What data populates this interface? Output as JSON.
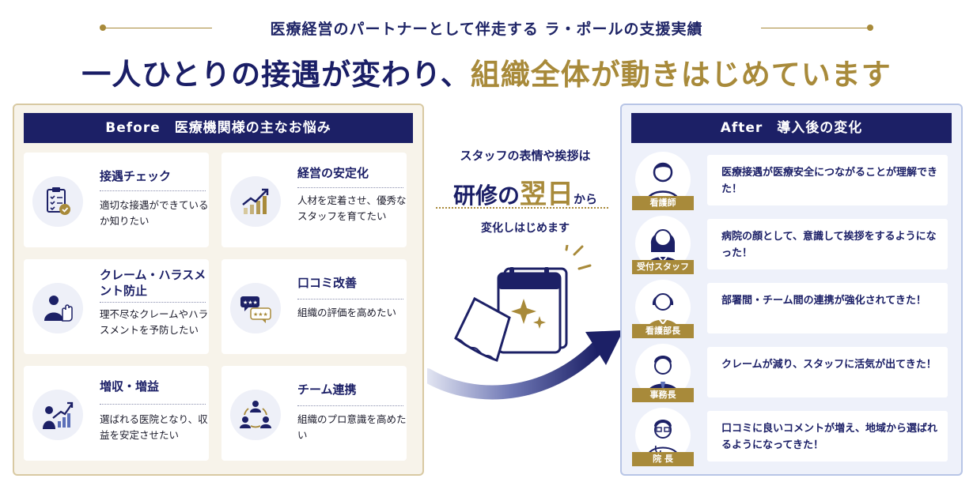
{
  "tagline": "医療経営のパートナーとして伴走する ラ・ポールの支援実績",
  "headline": {
    "part1": "一人ひとりの接遇が変わり、",
    "part2": "組織全体が動きはじめています"
  },
  "colors": {
    "navy": "#1c2066",
    "gold": "#a88a3a",
    "before_bg": "#f7f3ea",
    "after_bg": "#eef1fa"
  },
  "before": {
    "header": "Before　医療機関様の主なお悩み",
    "cards": [
      {
        "title": "接遇チェック",
        "desc": "適切な接遇ができているか知りたい",
        "icon": "clipboard-check-icon"
      },
      {
        "title": "経営の安定化",
        "desc": "人材を定着させ、優秀なスタッフを育てたい",
        "icon": "growth-chart-icon"
      },
      {
        "title": "クレーム・ハラスメント防止",
        "desc": "理不尽なクレームやハラスメントを予防したい",
        "icon": "stop-hand-person-icon"
      },
      {
        "title": "口コミ改善",
        "desc": "組織の評価を高めたい",
        "icon": "review-stars-icon"
      },
      {
        "title": "増収・増益",
        "desc": "選ばれる医院となり、収益を安定させたい",
        "icon": "presenter-chart-icon"
      },
      {
        "title": "チーム連携",
        "desc": "組織のプロ意識を高めたい",
        "icon": "team-cycle-icon"
      }
    ]
  },
  "center": {
    "line1": "スタッフの表情や挨拶は",
    "line2_a": "研修の",
    "line2_b": "翌日",
    "line2_c": "から",
    "line3": "変化しはじめます"
  },
  "after": {
    "header": "After　導入後の変化",
    "rows": [
      {
        "role": "看護師",
        "text": "医療接遇が医療安全につながることが理解できた！"
      },
      {
        "role": "受付スタッフ",
        "text": "病院の顔として、意識して挨拶をするようになった！"
      },
      {
        "role": "看護部長",
        "text": "部署間・チーム間の連携が強化されてきた！"
      },
      {
        "role": "事務長",
        "text": "クレームが減り、スタッフに活気が出てきた！"
      },
      {
        "role": "院 長",
        "text": "口コミに良いコメントが増え、地域から選ばれるようになってきた！"
      }
    ]
  }
}
